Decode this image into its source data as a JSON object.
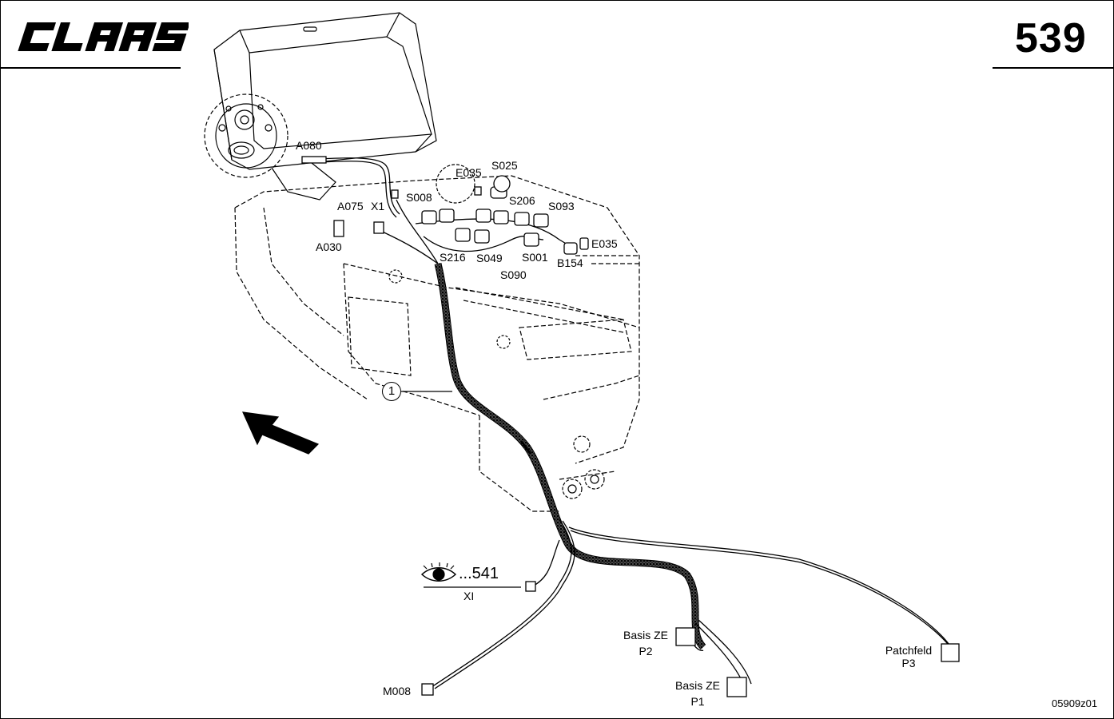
{
  "header": {
    "brand": "CLAAS",
    "page_number": "539"
  },
  "drawing": {
    "callout": "1",
    "cross_ref": "...541",
    "cross_ref_label": "XI",
    "labels": {
      "a080": "A080",
      "e035_top": "E035",
      "s025": "S025",
      "s008": "S008",
      "s206": "S206",
      "a075": "A075",
      "x1": "X1",
      "s093": "S093",
      "a030": "A030",
      "e035_right": "E035",
      "s216": "S216",
      "s049": "S049",
      "s001": "S001",
      "b154": "B154",
      "s090": "S090",
      "m008": "M008",
      "basis_ze_p2_line1": "Basis ZE",
      "basis_ze_p2_line2": "P2",
      "basis_ze_p1_line1": "Basis ZE",
      "basis_ze_p1_line2": "P1",
      "patchfeld_line1": "Patchfeld",
      "patchfeld_line2": "P3"
    }
  },
  "footer": {
    "reference": "05909z01"
  }
}
